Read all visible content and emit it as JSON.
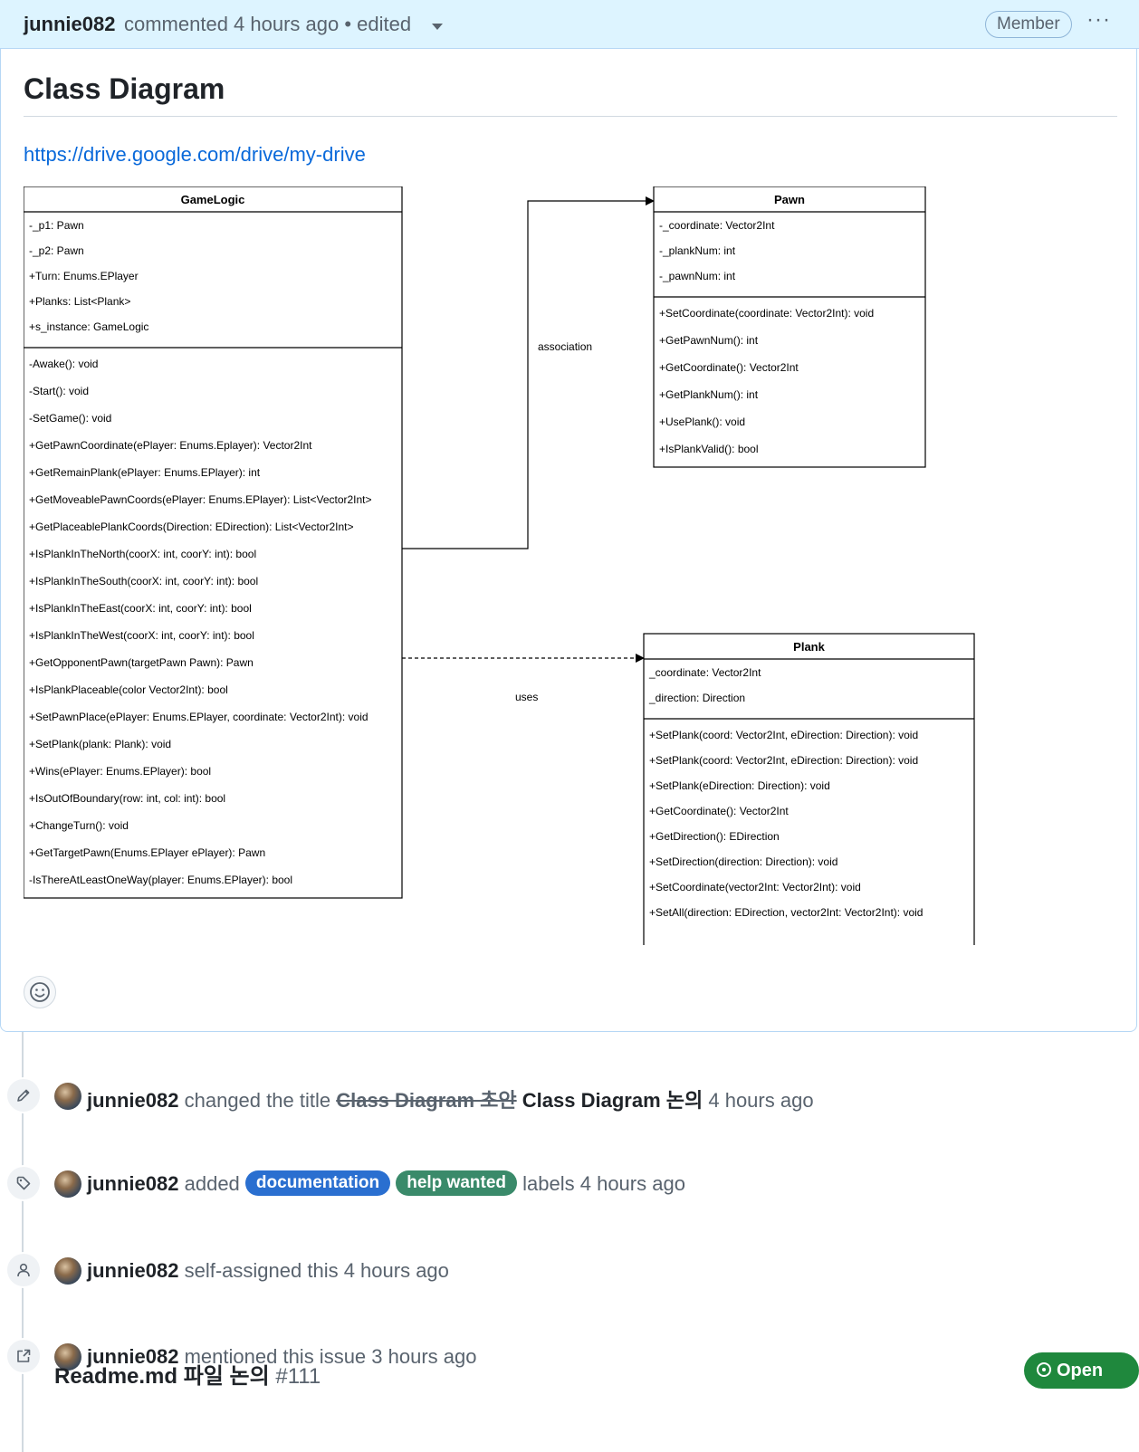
{
  "comment": {
    "author": "junnie082",
    "meta": "commented 4 hours ago • edited",
    "role_badge": "Member",
    "menu_glyph": "···",
    "heading": "Class Diagram",
    "link": "https://drive.google.com/drive/my-drive"
  },
  "diagram": {
    "gamelogic": {
      "name": "GameLogic",
      "attributes": [
        "-_p1: Pawn",
        "-_p2: Pawn",
        "+Turn: Enums.EPlayer",
        "+Planks: List<Plank>",
        "+s_instance: GameLogic"
      ],
      "methods": [
        "-Awake(): void",
        "-Start(): void",
        "-SetGame(): void",
        "+GetPawnCoordinate(ePlayer: Enums.Eplayer): Vector2Int",
        "+GetRemainPlank(ePlayer: Enums.EPlayer): int",
        "+GetMoveablePawnCoords(ePlayer: Enums.EPlayer): List<Vector2Int>",
        "+GetPlaceablePlankCoords(Direction: EDirection): List<Vector2Int>",
        "+IsPlankInTheNorth(coorX: int, coorY: int): bool",
        "+IsPlankInTheSouth(coorX: int, coorY: int): bool",
        "+IsPlankInTheEast(coorX: int, coorY: int): bool",
        "+IsPlankInTheWest(coorX: int, coorY: int): bool",
        "+GetOpponentPawn(targetPawn Pawn): Pawn",
        "+IsPlankPlaceable(color Vector2Int): bool",
        "+SetPawnPlace(ePlayer: Enums.EPlayer, coordinate: Vector2Int): void",
        "+SetPlank(plank: Plank): void",
        "+Wins(ePlayer: Enums.EPlayer): bool",
        "+IsOutOfBoundary(row: int, col: int): bool",
        "+ChangeTurn(): void",
        "+GetTargetPawn(Enums.EPlayer ePlayer): Pawn",
        "-IsThereAtLeastOneWay(player: Enums.EPlayer): bool"
      ]
    },
    "pawn": {
      "name": "Pawn",
      "attributes": [
        "-_coordinate: Vector2Int",
        "-_plankNum: int",
        "-_pawnNum: int"
      ],
      "methods": [
        "+SetCoordinate(coordinate: Vector2Int): void",
        "+GetPawnNum(): int",
        "+GetCoordinate(): Vector2Int",
        "+GetPlankNum(): int",
        "+UsePlank(): void",
        "+IsPlankValid(): bool"
      ]
    },
    "plank": {
      "name": "Plank",
      "attributes": [
        "_coordinate: Vector2Int",
        "_direction: Direction"
      ],
      "methods": [
        "+SetPlank(coord: Vector2Int, eDirection: Direction): void",
        "+SetPlank(coord: Vector2Int, eDirection: Direction): void",
        "+SetPlank(eDirection: Direction): void",
        "+GetCoordinate(): Vector2Int",
        "+GetDirection(): EDirection",
        "+SetDirection(direction: Direction): void",
        "+SetCoordinate(vector2Int: Vector2Int): void",
        "+SetAll(direction: EDirection, vector2Int: Vector2Int): void"
      ]
    },
    "association_label": "association",
    "uses_label": "uses"
  },
  "timeline": {
    "title_change": {
      "author": "junnie082",
      "action": "changed the title",
      "old_title": "Class Diagram 초안",
      "new_title": "Class Diagram 논의",
      "time": "4 hours ago"
    },
    "labels_event": {
      "author": "junnie082",
      "action": "added",
      "labels": [
        {
          "name": "documentation",
          "color": "#2a6fd0"
        },
        {
          "name": "help wanted",
          "color": "#3a8a6a"
        }
      ],
      "suffix": "labels 4 hours ago"
    },
    "assign_event": {
      "author": "junnie082",
      "action": "self-assigned this 4 hours ago"
    },
    "mention_event": {
      "author": "junnie082",
      "action": "mentioned this issue 3 hours ago",
      "ref_title": "Readme.md 파일 논의",
      "ref_number": "#111",
      "state": "Open"
    }
  }
}
